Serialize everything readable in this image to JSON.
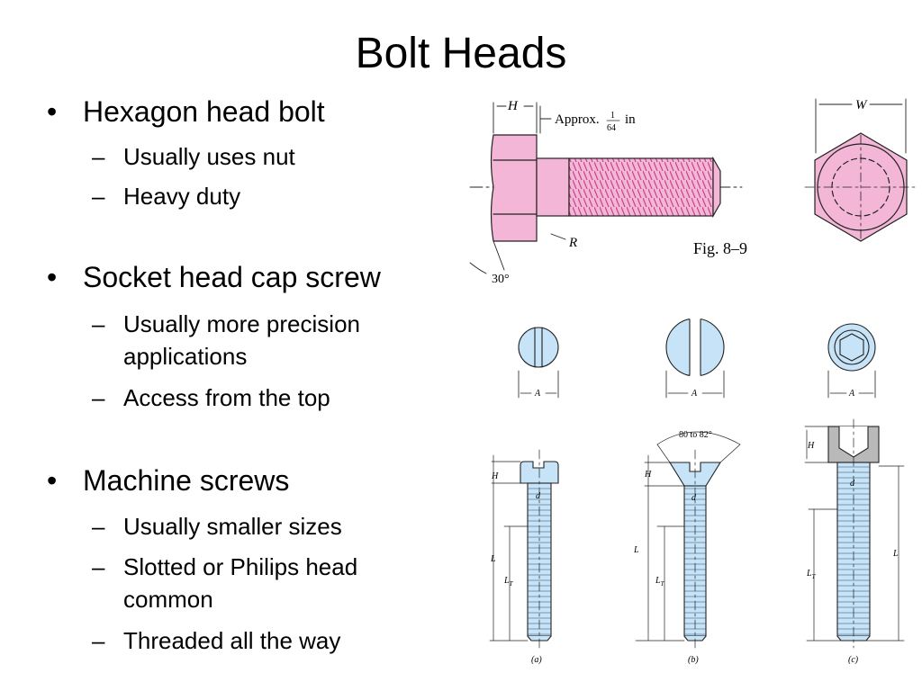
{
  "slide": {
    "title": "Bolt Heads",
    "bullets": [
      {
        "text": "Hexagon head bolt",
        "subs": [
          "Usually uses nut",
          "Heavy duty"
        ]
      },
      {
        "text": "Socket head cap screw",
        "subs": [
          "Usually more precision applications",
          "Access from the top"
        ]
      },
      {
        "text": "Machine screws",
        "subs": [
          "Usually smaller sizes",
          "Slotted or Philips head common",
          "Threaded all the way"
        ]
      }
    ]
  },
  "figure": {
    "caption": "Fig. 8–9",
    "hex_labels": {
      "h": "H",
      "approx": "Approx.",
      "frac_num": "1",
      "frac_den": "64",
      "unit": "in",
      "w": "W",
      "r": "R",
      "angle": "30°"
    },
    "screw_labels": {
      "a": "A",
      "d": "d",
      "h": "H",
      "l": "L",
      "lt": "L",
      "lt_sub": "T",
      "angle": "80 to 82°",
      "cap_a": "(a)",
      "cap_b": "(b)",
      "cap_c": "(c)"
    },
    "colors": {
      "bolt_pink": "#f4b6d6",
      "bolt_pink_dark": "#e58dbd",
      "screw_blue": "#c6e3f7",
      "screw_gray": "#b9b9b9",
      "line": "#222222"
    }
  }
}
